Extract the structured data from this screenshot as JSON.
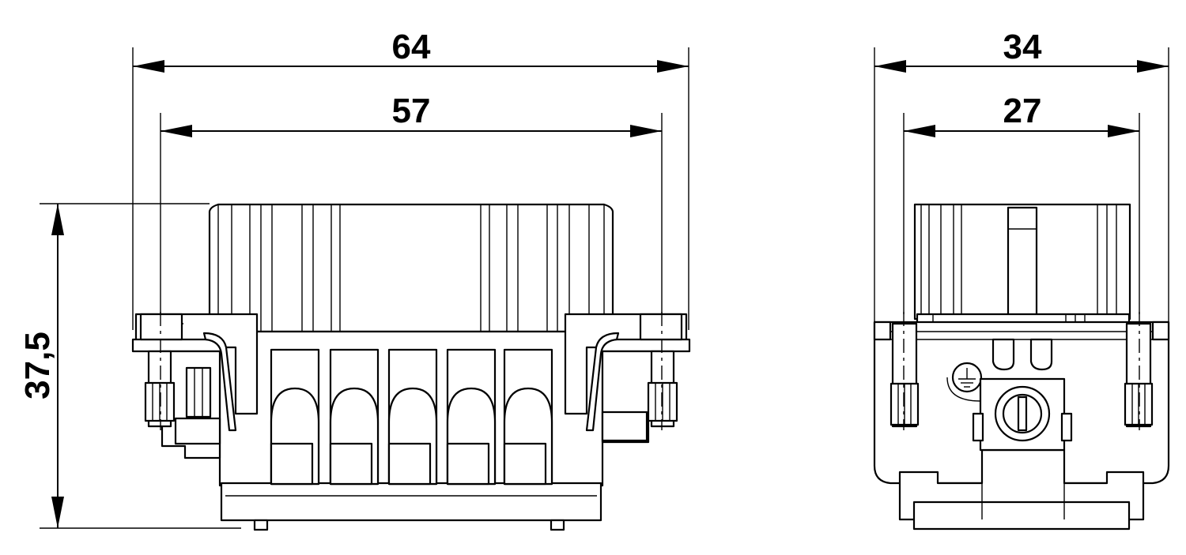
{
  "drawing": {
    "front_view": {
      "width_overall": "64",
      "width_mounting": "57",
      "height": "37,5"
    },
    "side_view": {
      "width_overall": "34",
      "width_mounting": "27"
    }
  }
}
